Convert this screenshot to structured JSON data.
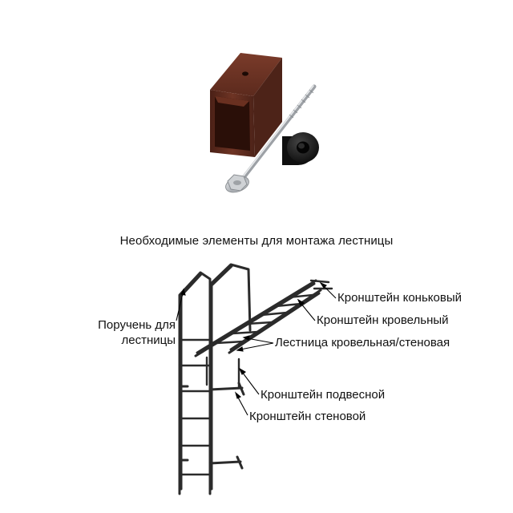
{
  "caption": "Необходимые элементы для монтажа лестницы",
  "labels": {
    "ridge_bracket": "Кронштейн коньковый",
    "roof_bracket": "Кронштейн кровельный",
    "ladder": "Лестница кровельная/стеновая",
    "hanging_bracket": "Кронштейн подвесной",
    "wall_bracket": "Кронштейн стеновой",
    "handrail_line1": "Поручень для",
    "handrail_line2": "лестницы"
  },
  "colors": {
    "bracket_brown": "#5a2a1e",
    "bracket_brown_dark": "#3a1810",
    "steel": "#b9bcc0",
    "rubber": "#1a1a1a",
    "ladder_frame": "#2b2b2b"
  }
}
